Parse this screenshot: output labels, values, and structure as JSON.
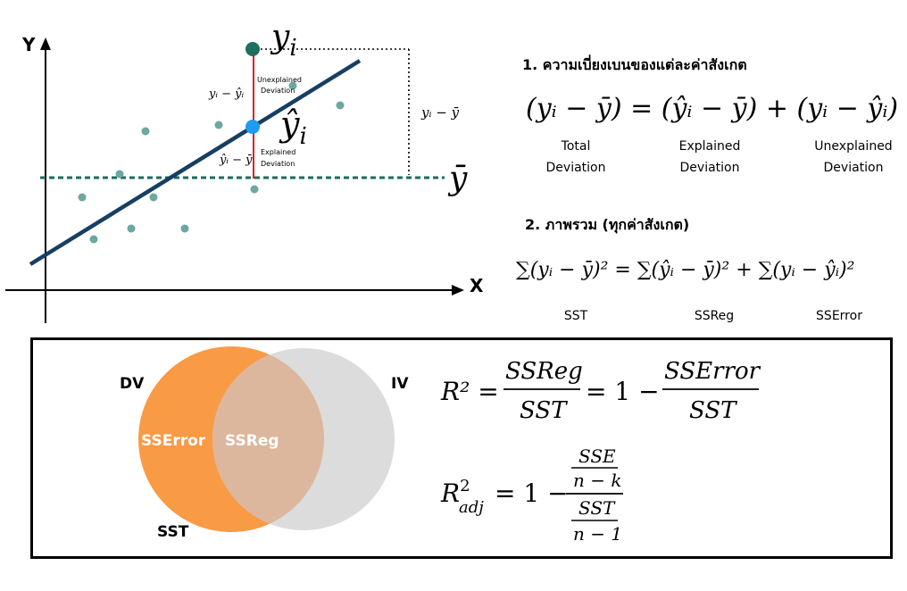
{
  "graph": {
    "y_axis_label": "Y",
    "x_axis_label": "X",
    "yi_label": "y",
    "yi_sub": "i",
    "yhat_label": "ŷ",
    "yhat_sub": "i",
    "ybar_label": "ȳ",
    "unexplained_label_1": "Unexplained",
    "unexplained_label_2": "Deviation",
    "explained_label_1": "Explained",
    "explained_label_2": "Deviation",
    "unexplained_expr": "yᵢ − ŷᵢ",
    "explained_expr": "ŷᵢ − ȳ",
    "total_expr": "yᵢ − ȳ",
    "colors": {
      "regression_line": "#163f63",
      "mean_line": "#1b6b5e",
      "points": "#6aa8a0",
      "yi_point": "#1f6f5f",
      "yhat_point": "#1f9bf0",
      "deviation_line": "#e02020"
    }
  },
  "section1": {
    "heading": "1. ความเบี่ยงเบนของแต่ละค่าสังเกต",
    "equation": "(yᵢ − ȳ) = (ŷᵢ − ȳ) + (yᵢ − ŷᵢ)",
    "captions": [
      {
        "line1": "Total",
        "line2": "Deviation"
      },
      {
        "line1": "Explained",
        "line2": "Deviation"
      },
      {
        "line1": "Unexplained",
        "line2": "Deviation"
      }
    ]
  },
  "section2": {
    "heading": "2. ภาพรวม (ทุกค่าสังเกต)",
    "equation": "∑(yᵢ − ȳ)² = ∑(ŷᵢ − ȳ)² + ∑(yᵢ − ŷᵢ)²",
    "captions": [
      "SST",
      "SSReg",
      "SSError"
    ]
  },
  "venn": {
    "dv_label": "DV",
    "iv_label": "IV",
    "sserror_label": "SSError",
    "ssreg_label": "SSReg",
    "sst_label": "SST",
    "colors": {
      "dv": "#f99a45",
      "iv": "#dcdcdc",
      "overlap": "#dcb79e"
    }
  },
  "formulas": {
    "r2_lhs": "R² =",
    "r2_num1": "SSReg",
    "r2_den1": "SST",
    "r2_mid": "= 1 −",
    "r2_num2": "SSError",
    "r2_den2": "SST",
    "radj_lhs_base": "R",
    "radj_lhs_sup": "2",
    "radj_lhs_sub": "adj",
    "radj_mid": "= 1 −",
    "radj_top_num": "SSE",
    "radj_top_den": "n − k",
    "radj_bot_num": "SST",
    "radj_bot_den": "n − 1"
  }
}
